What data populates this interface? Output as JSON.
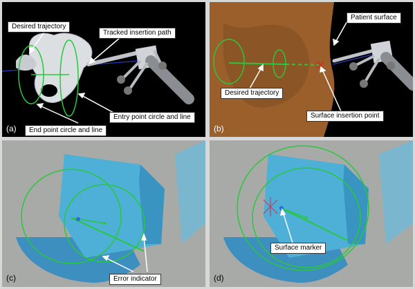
{
  "panels": {
    "a": {
      "tag": "(a)",
      "labels": {
        "desired_trajectory": "Desired trajectory",
        "tracked_path": "Tracked insertion path",
        "entry_point": "Entry point circle and line",
        "end_point": "End point circle and line"
      }
    },
    "b": {
      "tag": "(b)",
      "labels": {
        "patient_surface": "Patient surface",
        "desired_trajectory": "Desired trajectory",
        "surface_insertion_point": "Surface insertion point"
      }
    },
    "c": {
      "tag": "(c)",
      "labels": {
        "error_indicator": "Error indicator"
      }
    },
    "d": {
      "tag": "(d)",
      "labels": {
        "surface_marker": "Surface marker"
      }
    }
  },
  "colors": {
    "background_dark": "#000000",
    "bone": "#dcdfe2",
    "tissue": "#9a5f2a",
    "green_overlay": "#28c83c",
    "drape_blue": "#4eb0d6",
    "label_bg": "#ffffff"
  }
}
